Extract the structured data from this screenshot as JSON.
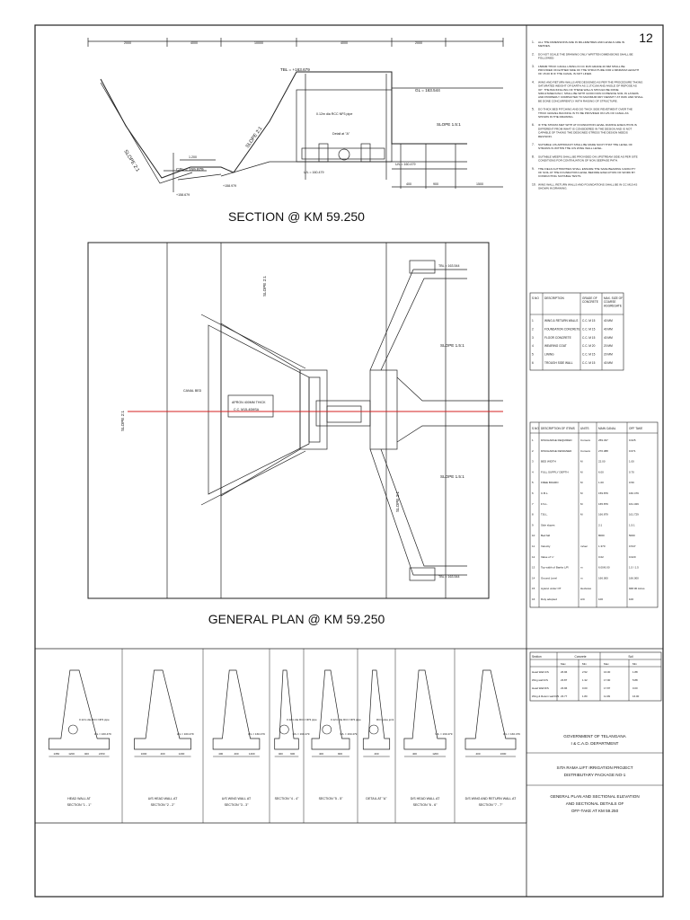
{
  "sheet": {
    "number": "12"
  },
  "section": {
    "title": "SECTION @ KM 59.250",
    "dims": [
      "2000",
      "4000",
      "10000",
      "4000",
      "2000"
    ],
    "labels": {
      "tbl": "TBL = +163.679",
      "gl": "GL = 163.544",
      "slope_left": "SLOPE 2:1",
      "slope_mid": "SLOPE 2:1",
      "slope_right": "SLOPE 1.5:1",
      "cbl": "CBL = 159.879",
      "pipe": "0.12m dia RCC NP3 pipe",
      "detail": "Detail at \"A\"",
      "ul": "U/L = 160.479",
      "ul2": "U/L = 160.479",
      "lvl1": "+158.979",
      "lvl2": "+158.679",
      "dim_mid": "1.200",
      "dim_a": "400",
      "dim_b": "900",
      "dim_c": "1500"
    }
  },
  "plan": {
    "title": "GENERAL PLAN @ KM 59.250",
    "labels": {
      "slope_top": "SLOPE 2:1",
      "slope_left": "SLOPE 2:1",
      "slope_right_a": "SLOPE 1.5:1",
      "slope_right_b": "SLOPE 1.5:1",
      "slope_bottom": "SLOPE 2:1",
      "canal_bed": "CANAL BED",
      "apron1": "APRON 400MM THICK",
      "apron2": "C.C. M15-40MSA",
      "tbl_top": "TBL = 163.544",
      "tbl_bottom": "TBL = 163.544"
    }
  },
  "notes": [
    "ALL THE DIMENSIONS ARE IN MILLIMETRES AND LEVELS ARE IN METRES.",
    "DO NOT SCALE THE DRAWING ONLY WRITTEN DIMENSIONS SHALL BE FOLLOWED.",
    "150MM THICK CANAL LINING IN CC M15 GRADE 20 MM SHALL BE PROVIDED ON EITHER SIDE OF THE STRUCTURE FOR A MINIMUM LENGTH OF 15.00 M IF THE CANAL IS NOT LINED.",
    "WING AND RETURN WALLS ARE DESIGNED AS PER THE PROCEDURE TAKING SATURATED WEIGHT OF EARTH AS 2.1T/CUM AND ANGLE OF REPOSE AS 30°. THE BACKFILLING OF THESE WALLS SHOULD BE DONE SIMULTANEOUSLY, SHALL BE WITH GOOD NON COHESIVE SOIL IN LAYERS AND PROPERLY COMPACTED TO MAXIMUM DRY DENSITY AT OMC AND SHALL BE DONE CONCURRENTLY WITH RAISING OF STRUCTURE.",
    "DO THICK BED PITCHING AND DO THICK SIDE REVETMENT OVER THE THICK GRAVEL BACKING IS TO BE PROVIDED ON U/S OF CANAL AS SHOWN IN THE DRAWING.",
    "IF THE STRATA MET WITH AT FOUNDATION LEVEL DURING EXECUTION IS DIFFERENT FROM WHAT IS CONSIDERED IN THE DESIGN AND IS NOT CAPABLE OF TAKING THE DESIGNED STRESS THE DESIGN NEEDS REVISION.",
    "SUITABLE U/S APPROACH SHALL BE MADE SUCH THAT THE LEVEL OF STRAINS IS WITHIN THE U/S WING WALL LEVEL.",
    "SUITABLE WEEPS SHALL BE PROVIDED ON UPSTREAM SIDE AS PER SITE CONDITIONS FOR CONTINUATION OF NON SEEPAGE PATH.",
    "THE FIELD AUTHORITIES SHALL ENSURE THE SAFE BEARING CAPACITY OF SOIL AT THE FOUNDATION LEVEL BEFORE EXECUTION OF WORK BY CONDUCTING SUITABLE TESTS.",
    "WING WALL, RETURN WALLS AND FOUNDATIONS SHALL BE IN CC M15 AS SHOWN IN DRAWING."
  ],
  "concrete_table": {
    "headers": [
      "S.NO",
      "DESCRIPTION",
      "GRADE OF CONCRETE",
      "MAX. SIZE OF COARSE AGGREGATE"
    ],
    "rows": [
      [
        "1",
        "WING & RETURN WALLS",
        "C.C. M 15",
        "40 MM"
      ],
      [
        "2",
        "FOUNDATION CONCRETE",
        "C.C. M 15",
        "40 MM"
      ],
      [
        "3",
        "FLOOR CONCRETE",
        "C.C. M 15",
        "40 MM"
      ],
      [
        "4",
        "WEARING COAT",
        "C.C. M 20",
        "20 MM"
      ],
      [
        "5",
        "LINING",
        "C.C. M 15",
        "20 MM"
      ],
      [
        "6",
        "TROUGH SIDE WALL",
        "C.C. M 15",
        "40 MM"
      ]
    ]
  },
  "hydraulic_table": {
    "headers": [
      "S.NO",
      "DESCRIPTION OF ITEMS",
      "UNITS",
      "MAIN CANAL",
      "OFF TAKE"
    ],
    "rows": [
      [
        "1",
        "DISCHARGE REQUIRED",
        "Cumecs",
        "259.337",
        "0.625"
      ],
      [
        "2",
        "DISCHARGE DESIGNED",
        "Cumecs",
        "270.388",
        "0.671"
      ],
      [
        "3",
        "BED WIDTH",
        "M",
        "22.00",
        "1.00"
      ],
      [
        "4",
        "FULL SUPPLY DEPTH",
        "M",
        "6.00",
        "0.70"
      ],
      [
        "5",
        "FREE BOARD",
        "M",
        "1.00",
        "0.50"
      ],
      [
        "6",
        "C.B.L.",
        "M",
        "159.879",
        "160.479"
      ],
      [
        "7",
        "F.S.L.",
        "M",
        "165.879",
        "161.329"
      ],
      [
        "8",
        "T.B.L.",
        "M",
        "166.879",
        "161.729"
      ],
      [
        "9",
        "Side slopes",
        "",
        "2:1",
        "1.5:1"
      ],
      [
        "10",
        "Bed fall",
        "",
        "8000",
        "5000"
      ],
      [
        "11",
        "Velocity",
        "m/sec",
        "1.370",
        "0.547"
      ],
      [
        "12",
        "Value of 'n'",
        "",
        "0.02",
        "0.020"
      ],
      [
        "13",
        "Top width of Banks L/R",
        "m",
        "6.00/6.00",
        "1.5 / 1.5"
      ],
      [
        "14",
        "Ground Level",
        "m",
        "166.000",
        "166.000"
      ],
      [
        "15",
        "Ayacut under OT",
        "Hectares",
        "",
        "668.00 Acres"
      ],
      [
        "16",
        "Duty adopted",
        "A/C",
        "100",
        "100"
      ]
    ]
  },
  "walls_table": {
    "headers": [
      "Section",
      "Concrete",
      "Soil"
    ],
    "subheaders": [
      "",
      "Max",
      "Min",
      "Max",
      "Min"
    ],
    "rows": [
      [
        "Head Wall U/S",
        "26.96",
        "2.52",
        "16.00",
        "1.88"
      ],
      [
        "Wing wall U/S",
        "23.87",
        "1.32",
        "17.90",
        "5.88"
      ],
      [
        "Head Wall D/S",
        "23.96",
        "0.00",
        "17.87",
        "0.00"
      ],
      [
        "Wing & Return wall D/S",
        "23.77",
        "1.80",
        "11.99",
        "16.00"
      ]
    ]
  },
  "details": [
    {
      "caption1": "HEAD WALL AT",
      "caption2": "SECTION \"1 - 1\"",
      "note": "0.12m dia RCC NP3 pipe",
      "level": "U/L = 160.479",
      "dims": [
        "1350",
        "1200",
        "400",
        "2150"
      ]
    },
    {
      "caption1": "U/S HEAD WALL AT",
      "caption2": "SECTION \"2 - 2\"",
      "note": "",
      "level": "U/L = 160.479",
      "dims": [
        "1000",
        "400",
        "1200"
      ]
    },
    {
      "caption1": "U/S WING WALL AT",
      "caption2": "SECTION \"3 - 3\"",
      "note": "",
      "level": "U/L = 160.479",
      "dims": [
        "400",
        "400",
        "1400"
      ]
    },
    {
      "caption1": "SECTION \"4 - 4\"",
      "caption2": "",
      "note": "0.12m dia RCC NP3 pipe",
      "level": "U/L = 160.479",
      "dims": [
        "400",
        "900"
      ]
    },
    {
      "caption1": "SECTION \"5 - 5\"",
      "caption2": "",
      "note": "0.12m dia RCC NP3 pipe",
      "level": "U/L = 160.479",
      "dims": [
        "400",
        "900"
      ]
    },
    {
      "caption1": "DETAIL AT \"A\"",
      "caption2": "",
      "note": "RCC pipe joint",
      "level": "",
      "dims": [
        "400"
      ]
    },
    {
      "caption1": "D/S HEAD WALL AT",
      "caption2": "SECTION \"6 - 6\"",
      "note": "",
      "level": "U/L = 160.479",
      "dims": [
        "400",
        "1200"
      ]
    },
    {
      "caption1": "D/S WING AND RETURN WALL AT",
      "caption2": "SECTION \"7 - 7\"",
      "note": "",
      "level": "U/L = 160.479",
      "dims": [
        "400",
        "1600"
      ]
    }
  ],
  "title_block": {
    "gov1": "GOVERNMENT OF TELANGANA",
    "gov2": "I & C.A.D. DEPARTMENT",
    "proj1": "SITA RAMA LIFT IRRIGATION PROJECT",
    "proj2": "DISTRIBUTARY PACKAGE NO-1",
    "draw1": "GENERAL PLAN AND SECTIONAL ELEVATION",
    "draw2": "AND SECTIONAL DETAILS OF",
    "draw3": "OFF-TAKE AT KM 59.250"
  }
}
